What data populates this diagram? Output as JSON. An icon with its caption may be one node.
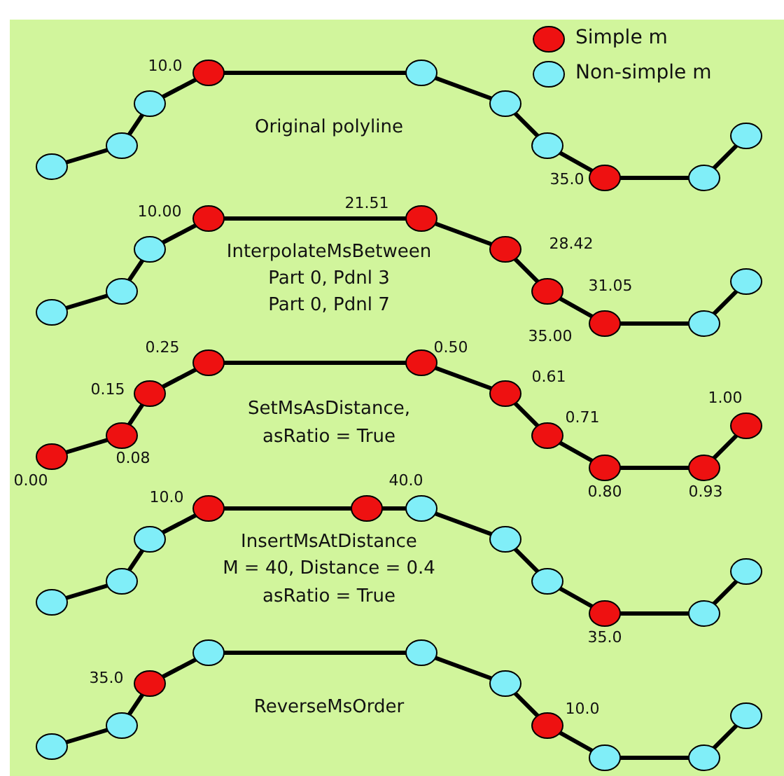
{
  "diagram": {
    "labels": [
      "10.0",
      "Original polyline",
      "35.0",
      "10.00",
      "21.51",
      "InterpolateMsBetween",
      "28.42",
      "Part 0, Pdnl 3",
      "31.05",
      "Part 0, Pdnl 7",
      "35.00",
      "0.25",
      "0.50",
      "0.15",
      "0.61",
      "SetMsAsDistance,",
      "0.71",
      "1.00",
      "asRatio = True",
      "0.00",
      "0.08",
      "0.80",
      "0.93",
      "40.0",
      "10.0",
      "InsertMsAtDistance",
      "M = 40, Distance = 0.4",
      "asRatio = True",
      "35.0",
      "35.0",
      "ReverseMsOrder",
      "10.0"
    ],
    "legend": [
      {
        "text": "Simple m",
        "color": "#ee1111"
      },
      {
        "text": "Non-simple m",
        "color": "#80eef8"
      }
    ]
  }
}
